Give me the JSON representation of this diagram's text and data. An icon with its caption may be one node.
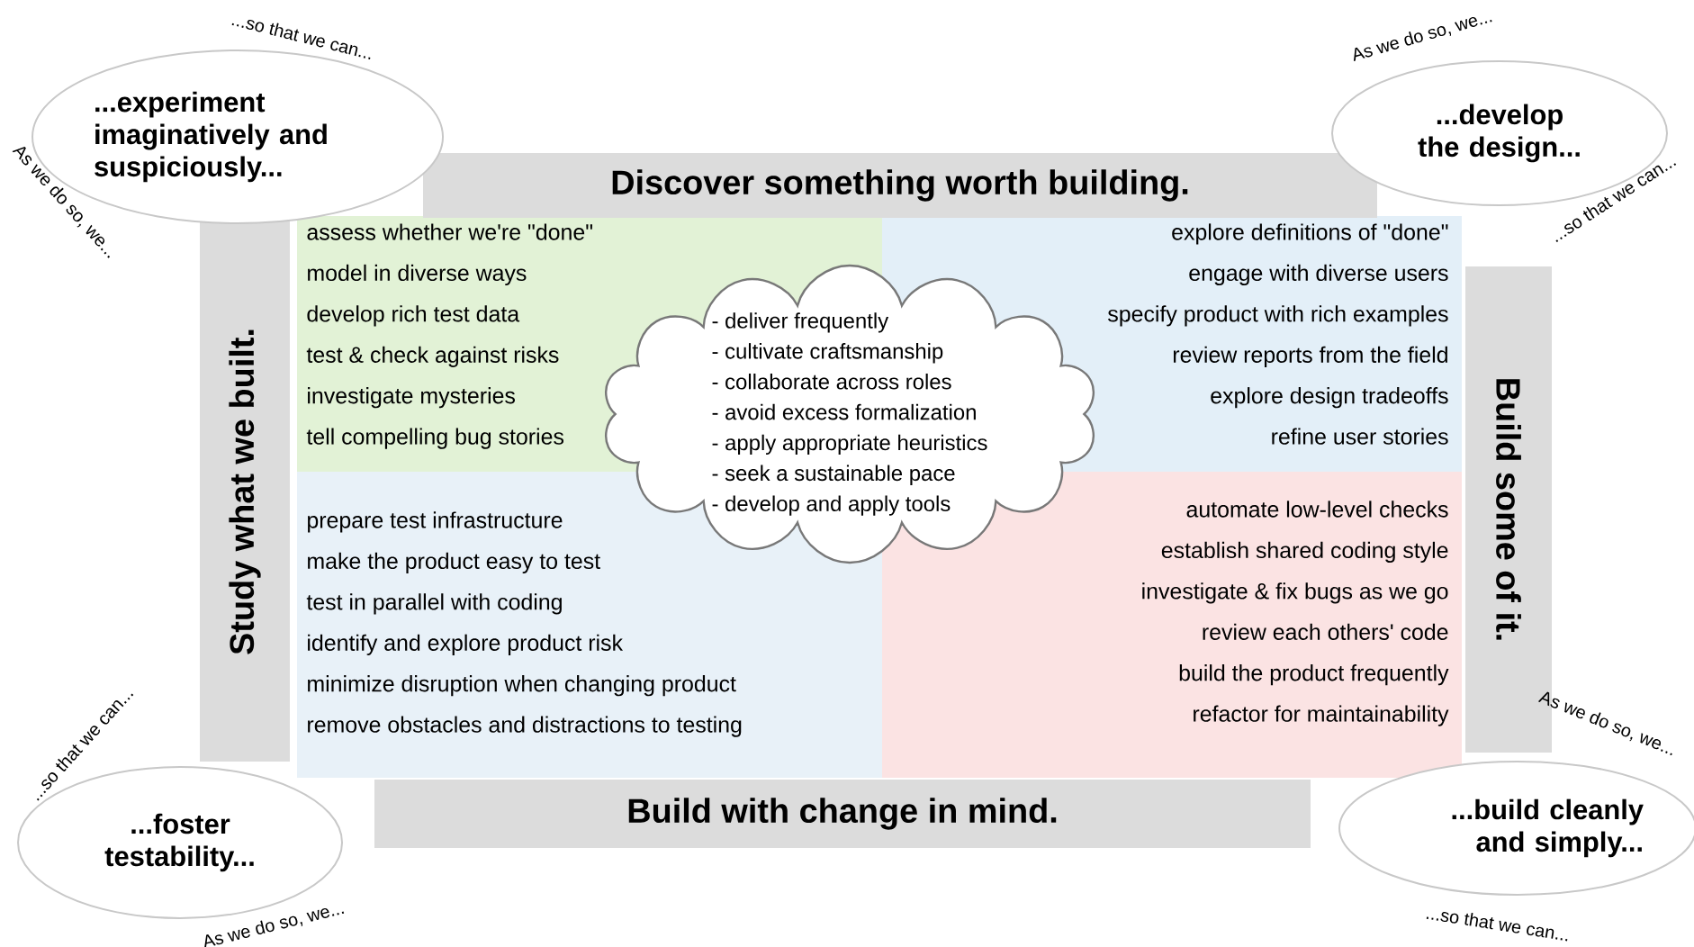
{
  "diagram": {
    "nodes": [
      {
        "text": [
          "...experiment imaginatively and suspiciously..."
        ],
        "beside": [
          "...so that we can...",
          "As we do so, we..."
        ]
      },
      {
        "text": [
          "Discover something worth building."
        ]
      },
      {
        "text": [
          "...develop the design..."
        ],
        "beside": [
          "As we do so, we...",
          "...so that we can..."
        ]
      },
      {
        "text": [
          "Study what we built."
        ]
      },
      {
        "text": [
          "assess whether we're \"done\"",
          "model in diverse ways",
          "develop rich test data",
          "test & check against risks",
          "investigate mysteries",
          "tell compelling bug stories"
        ]
      },
      {
        "text": [
          "explore definitions of \"done\"",
          "engage with diverse users",
          "specify product with rich examples",
          "review reports from the field",
          "explore design tradeoffs",
          "refine user stories"
        ]
      },
      {
        "text": [
          "- deliver frequently",
          "- cultivate craftsmanship",
          "- collaborate across roles",
          "- avoid excess formalization",
          "- apply appropriate heuristics",
          "- seek a sustainable pace",
          "- develop and apply tools"
        ]
      },
      {
        "text": [
          "Build some of it."
        ]
      },
      {
        "text": [
          "prepare test infrastructure",
          "make the product easy to test",
          "test in parallel with coding",
          "identify and explore product risk",
          "minimize disruption when changing product",
          "remove obstacles and distractions to testing"
        ]
      },
      {
        "text": [
          "automate low-level checks",
          "establish shared coding style",
          "investigate & fix bugs as we go",
          "review each others' code",
          "build the product frequently",
          "refactor for maintainability"
        ]
      },
      {
        "text": [
          "...foster testability..."
        ],
        "beside": [
          "...so that we can...",
          "As we do so, we..."
        ]
      },
      {
        "text": [
          "Build with change in mind."
        ]
      },
      {
        "text": [
          "...build cleanly and simply..."
        ],
        "beside": [
          "As we do so, we...",
          "...so that we can..."
        ]
      }
    ]
  }
}
